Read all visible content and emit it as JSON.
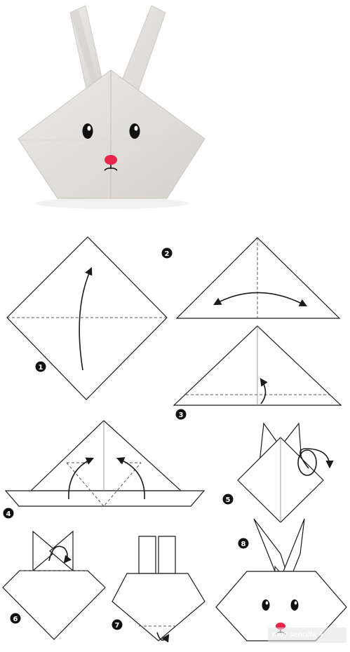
{
  "steps": [
    {
      "label": "1"
    },
    {
      "label": "2"
    },
    {
      "label": "3"
    },
    {
      "label": "4"
    },
    {
      "label": "5"
    },
    {
      "label": "6"
    },
    {
      "label": "7"
    },
    {
      "label": "8"
    }
  ],
  "watermark": "muy sencilla A",
  "colors": {
    "paper": "#e3e1de",
    "paper_shadow": "#c9c6c2",
    "line": "#2a2a2a",
    "nose": "#e8264a",
    "eye": "#111111"
  }
}
